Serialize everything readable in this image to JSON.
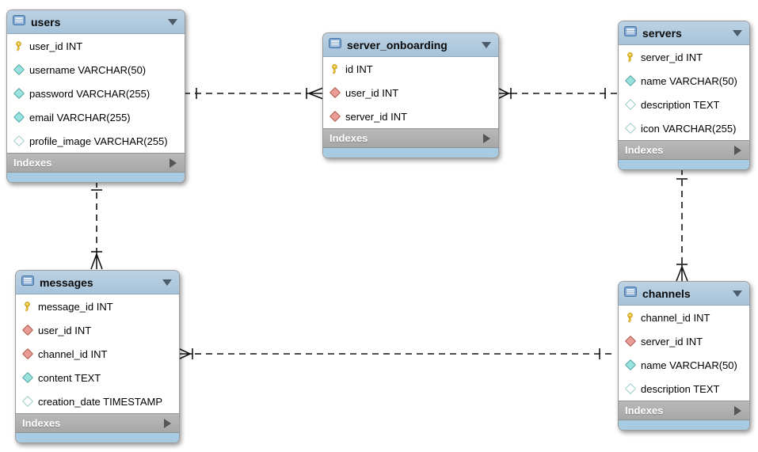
{
  "labels": {
    "indexes": "Indexes"
  },
  "tables": {
    "users": {
      "name": "users",
      "columns": [
        {
          "icon": "primary-key-icon",
          "label": "user_id INT"
        },
        {
          "icon": "column-icon",
          "label": "username VARCHAR(50)"
        },
        {
          "icon": "column-icon",
          "label": "password VARCHAR(255)"
        },
        {
          "icon": "column-icon",
          "label": "email VARCHAR(255)"
        },
        {
          "icon": "nullable-column-icon",
          "label": "profile_image VARCHAR(255)"
        }
      ]
    },
    "server_onboarding": {
      "name": "server_onboarding",
      "columns": [
        {
          "icon": "primary-key-icon",
          "label": "id INT"
        },
        {
          "icon": "foreign-key-icon",
          "label": "user_id INT"
        },
        {
          "icon": "foreign-key-icon",
          "label": "server_id INT"
        }
      ]
    },
    "servers": {
      "name": "servers",
      "columns": [
        {
          "icon": "primary-key-icon",
          "label": "server_id INT"
        },
        {
          "icon": "column-icon",
          "label": "name VARCHAR(50)"
        },
        {
          "icon": "nullable-column-icon",
          "label": "description TEXT"
        },
        {
          "icon": "nullable-column-icon",
          "label": "icon VARCHAR(255)"
        }
      ]
    },
    "messages": {
      "name": "messages",
      "columns": [
        {
          "icon": "primary-key-icon",
          "label": "message_id INT"
        },
        {
          "icon": "foreign-key-icon",
          "label": "user_id INT"
        },
        {
          "icon": "foreign-key-icon",
          "label": "channel_id INT"
        },
        {
          "icon": "column-icon",
          "label": "content TEXT"
        },
        {
          "icon": "nullable-column-icon",
          "label": "creation_date TIMESTAMP"
        }
      ]
    },
    "channels": {
      "name": "channels",
      "columns": [
        {
          "icon": "primary-key-icon",
          "label": "channel_id INT"
        },
        {
          "icon": "foreign-key-icon",
          "label": "server_id INT"
        },
        {
          "icon": "column-icon",
          "label": "name VARCHAR(50)"
        },
        {
          "icon": "nullable-column-icon",
          "label": "description TEXT"
        }
      ]
    }
  },
  "relationships": [
    {
      "one_side": "users",
      "many_side": "server_onboarding",
      "line": "dashed"
    },
    {
      "one_side": "servers",
      "many_side": "server_onboarding",
      "line": "dashed"
    },
    {
      "one_side": "users",
      "many_side": "messages",
      "line": "dashed"
    },
    {
      "one_side": "servers",
      "many_side": "channels",
      "line": "dashed"
    },
    {
      "one_side": "channels",
      "many_side": "messages",
      "line": "dashed"
    }
  ],
  "colors": {
    "header_blue": "#aac6dd",
    "footer_blue": "#a7cbe3",
    "indexes_gray": "#adadad",
    "primary_key_yellow": "#f2cb39",
    "column_teal": "#9ae2df",
    "foreign_key_red": "#e89e96",
    "line_black": "#141414"
  }
}
